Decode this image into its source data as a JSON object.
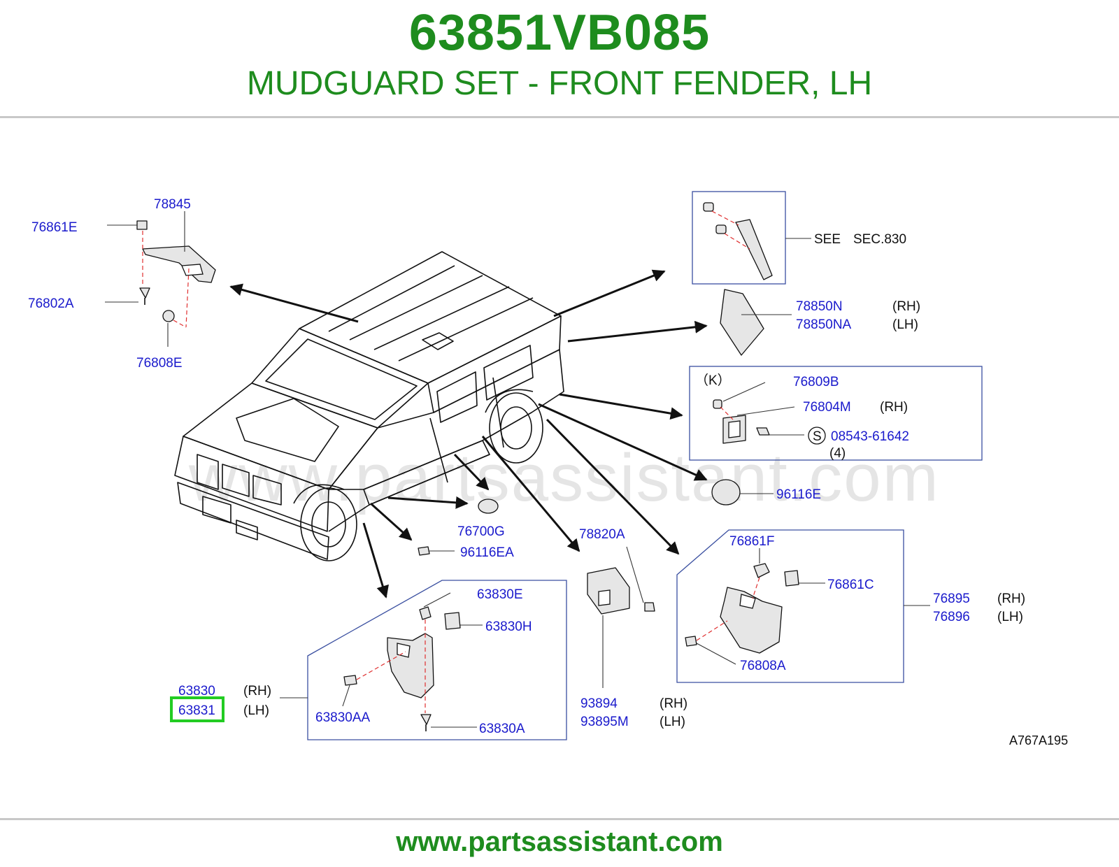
{
  "header": {
    "part_number": "63851VB085",
    "part_name": "MUDGUARD SET - FRONT FENDER, LH"
  },
  "watermark": "www.partsassistant.com",
  "footer": {
    "url": "www.partsassistant.com"
  },
  "diagram_code": "A767A195",
  "colors": {
    "brand_green": "#1e8c1e",
    "label_blue": "#1a1acc",
    "highlight": "#22cc22"
  },
  "callouts": {
    "c78845": "78845",
    "c76861E": "76861E",
    "c76802A": "76802A",
    "c76808E": "76808E",
    "see": "SEE",
    "sec830": "SEC.830",
    "c78850N": "78850N",
    "c78850NA": "78850NA",
    "rh1": "(RH)",
    "lh1": "(LH)",
    "k": "（K）",
    "c76809B": "76809B",
    "c76804M": "76804M",
    "rh2": "(RH)",
    "s": "S",
    "c08543": "08543-61642",
    "qty4": "(4)",
    "c96116E": "96116E",
    "c76700G": "76700G",
    "c96116EA": "96116EA",
    "c78820A": "78820A",
    "c76861F": "76861F",
    "c76861C": "76861C",
    "c76895": "76895",
    "c76896": "76896",
    "rh3": "(RH)",
    "lh3": "(LH)",
    "c76808A": "76808A",
    "c63830E": "63830E",
    "c63830H": "63830H",
    "c63830": "63830",
    "c63831": "63831",
    "rh4": "(RH)",
    "lh4": "(LH)",
    "c63830AA": "63830AA",
    "c63830A": "63830A",
    "c93894": "93894",
    "c93895M": "93895M",
    "rh5": "(RH)",
    "lh5": "(LH)"
  }
}
